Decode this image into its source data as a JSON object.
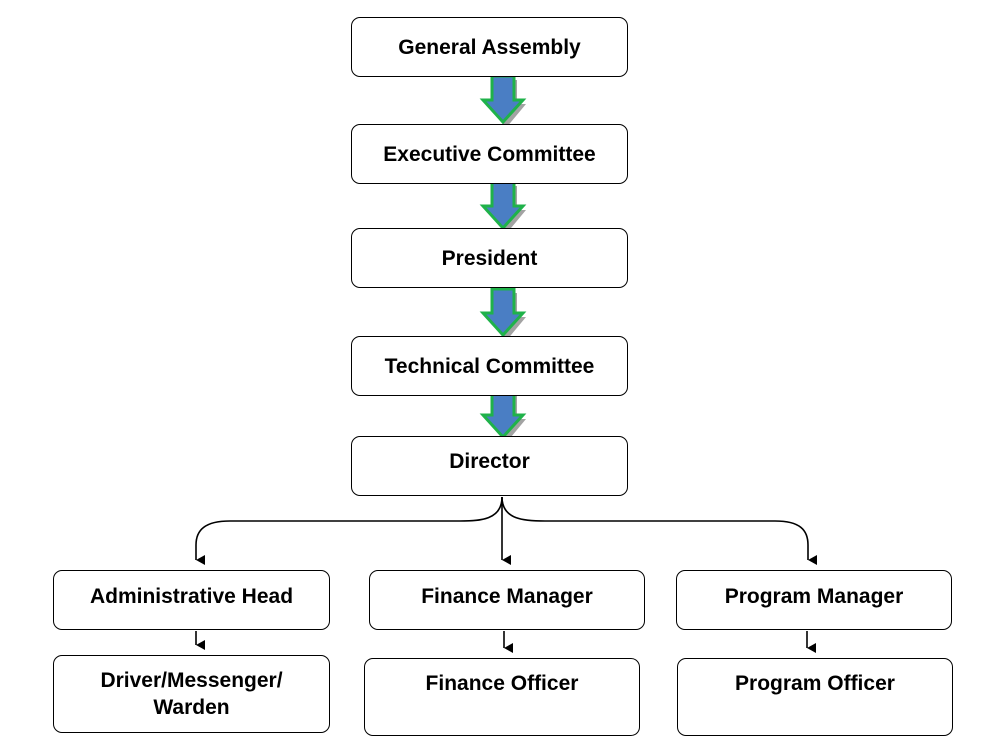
{
  "diagram": {
    "nodes": {
      "general_assembly": "General Assembly",
      "executive_committee": "Executive Committee",
      "president": "President",
      "technical_committee": "Technical Committee",
      "director": "Director",
      "administrative_head": "Administrative Head",
      "finance_manager": "Finance Manager",
      "program_manager": "Program Manager",
      "driver_line1": "Driver/Messenger/",
      "driver_line2": "Warden",
      "finance_officer": "Finance Officer",
      "program_officer": "Program Officer"
    },
    "colors": {
      "block_arrow_fill": "#4a7ec4",
      "block_arrow_border": "#1fb24a",
      "block_arrow_shadow": "#8c8c8c",
      "line": "#000000"
    }
  }
}
